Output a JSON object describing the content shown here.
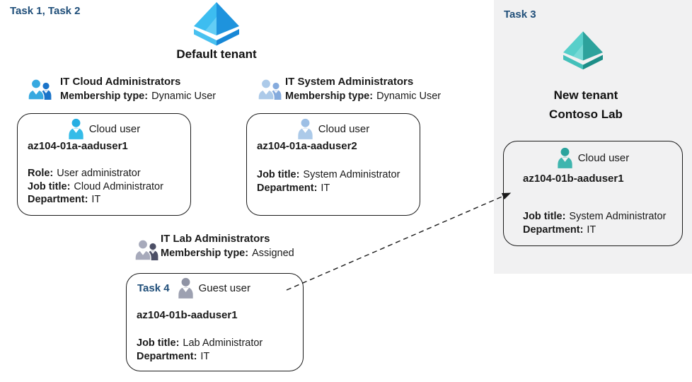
{
  "colors": {
    "task_heading": "#1f4e79",
    "panel_bg": "#f1f1f2",
    "card_border": "#1a1a1a",
    "blue_tenant_light": "#3dbdf0",
    "blue_tenant_dark": "#1e93dd",
    "teal_tenant_light": "#57cfca",
    "teal_tenant_dark": "#2da29c"
  },
  "left": {
    "heading": "Task 1, Task 2",
    "tenant_label": "Default tenant",
    "groups": [
      {
        "title": "IT Cloud Administrators",
        "membership_label": "Membership type:",
        "membership_value": "Dynamic User"
      },
      {
        "title": "IT System Administrators",
        "membership_label": "Membership type:",
        "membership_value": "Dynamic User"
      },
      {
        "title": "IT Lab Administrators",
        "membership_label": "Membership type:",
        "membership_value": "Assigned"
      }
    ],
    "cards": [
      {
        "user_type": "Cloud user",
        "name": "az104-01a-aaduser1",
        "fields": [
          {
            "label": "Role:",
            "value": "User administrator"
          },
          {
            "label": "Job title:",
            "value": "Cloud Administrator"
          },
          {
            "label": "Department:",
            "value": "IT"
          }
        ]
      },
      {
        "user_type": "Cloud user",
        "name": "az104-01a-aaduser2",
        "fields": [
          {
            "label": "Job title:",
            "value": "System Administrator"
          },
          {
            "label": "Department:",
            "value": "IT"
          }
        ]
      },
      {
        "task_label": "Task 4",
        "user_type": "Guest user",
        "name": "az104-01b-aaduser1",
        "fields": [
          {
            "label": "Job title:",
            "value": "Lab Administrator"
          },
          {
            "label": "Department:",
            "value": "IT"
          }
        ]
      }
    ]
  },
  "right": {
    "heading": "Task 3",
    "tenant_label_line1": "New  tenant",
    "tenant_label_line2": "Contoso Lab",
    "card": {
      "user_type": "Cloud user",
      "name": "az104-01b-aaduser1",
      "fields": [
        {
          "label": "Job title:",
          "value": "System Administrator"
        },
        {
          "label": "Department:",
          "value": "IT"
        }
      ]
    }
  }
}
